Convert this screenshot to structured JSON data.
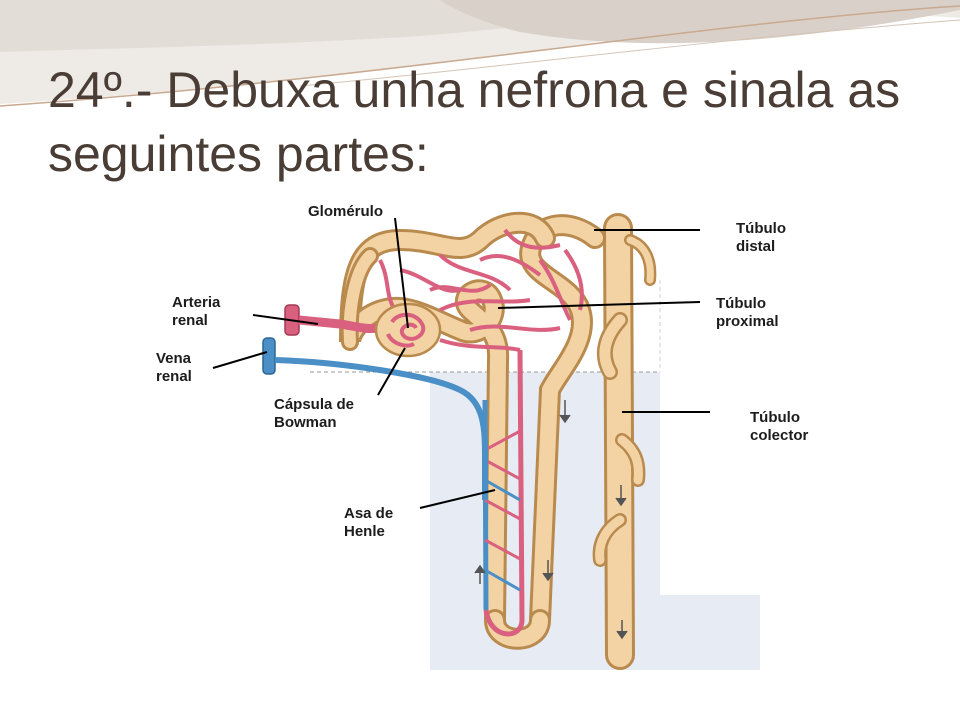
{
  "slide": {
    "title": "24º.- Debuxa unha nefrona e sinala as seguintes partes:"
  },
  "diagram": {
    "labels": {
      "glomerulo": "Glomérulo",
      "tubulo_distal": [
        "Túbulo",
        "distal"
      ],
      "arteria_renal": [
        "Arteria",
        "renal"
      ],
      "tubulo_proximal": [
        "Túbulo",
        "proximal"
      ],
      "vena_renal": [
        "Vena",
        "renal"
      ],
      "capsula_bowman": [
        "Cápsula de",
        "Bowman"
      ],
      "tubulo_colector": [
        "Túbulo",
        "colector"
      ],
      "asa_henle": [
        "Asa de",
        "Henle"
      ]
    },
    "colors": {
      "tubule": "#f3d3a3",
      "tubule_outline": "#b98a4e",
      "artery": "#d9607e",
      "vein": "#4a8fc6",
      "label_text": "#1c1c1c",
      "title_text": "#4a3d35"
    }
  }
}
